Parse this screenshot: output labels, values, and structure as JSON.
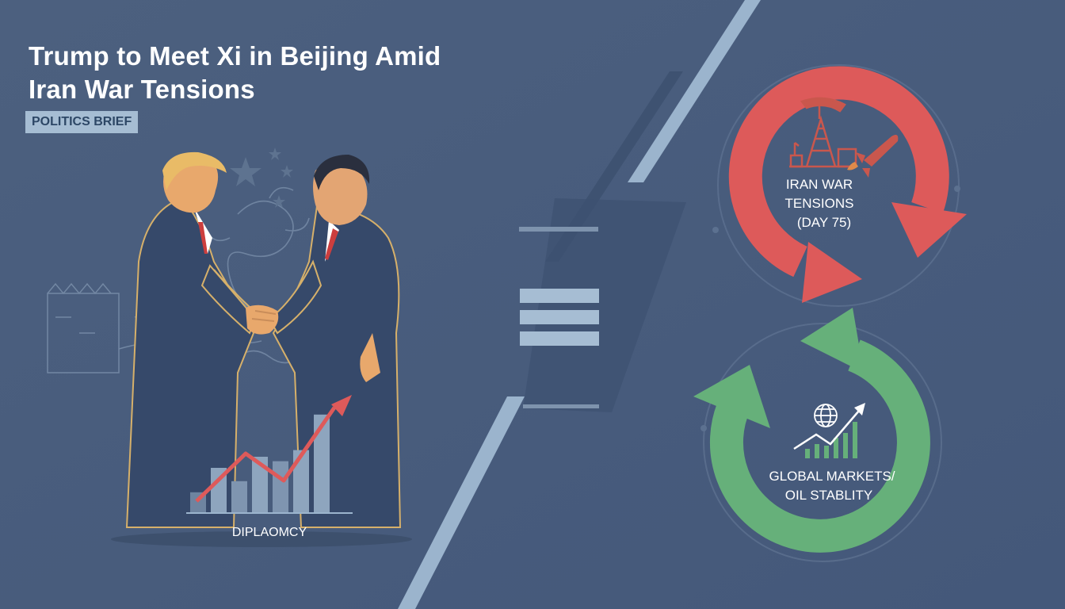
{
  "headline": {
    "line1": "Trump to Meet Xi in Beijing Amid",
    "line2": "Iran War Tensions"
  },
  "badge": "POLITICS BRIEF",
  "left_panel": {
    "chart_label": "DIPLAOMCY",
    "chart_bar_levels": [
      0.18,
      0.4,
      0.28,
      0.5,
      0.46,
      0.56,
      0.88
    ]
  },
  "right_panel": {
    "top_cycle": {
      "line1": "IRAN WAR",
      "line2": "TENSIONS",
      "line3": "(DAY 75)",
      "color": "#dd5a5a"
    },
    "bottom_cycle": {
      "line1": "GLOBAL MARKETS/",
      "line2": "OIL STABLITY",
      "color": "#66b07a"
    }
  },
  "colors": {
    "background": "#4a5e7d",
    "panel_dark": "#3e5271",
    "accent_light_blue": "#a6bdd3",
    "suit_outline": "#d6b06a",
    "tie_red": "#cc3e3e",
    "trend_arrow": "#de5a5a"
  },
  "icons": {
    "top_cycle": [
      "oil-derrick-icon",
      "missile-icon"
    ],
    "bottom_cycle": [
      "globe-icon",
      "rising-chart-icon"
    ],
    "center": [
      "menu-bars-icon"
    ]
  }
}
